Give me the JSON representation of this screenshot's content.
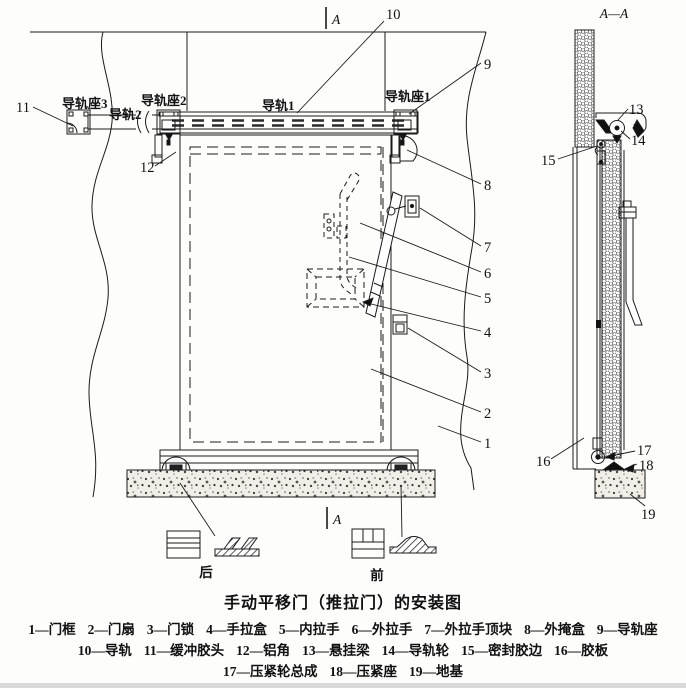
{
  "figure": {
    "title": "手动平移门（推拉门）的安装图",
    "section_marker": "A",
    "section_title": "A—A",
    "part_labels": {
      "rail_seat_3": "导轨座3",
      "rail_2": "导轨2",
      "rail_seat_2": "导轨座2",
      "rail_1": "导轨1",
      "rail_seat_1": "导轨座1"
    },
    "detail_labels": {
      "rear": "后",
      "front": "前"
    },
    "callouts": {
      "c1": "1",
      "c2": "2",
      "c3": "3",
      "c4": "4",
      "c5": "5",
      "c6": "6",
      "c7": "7",
      "c8": "8",
      "c9": "9",
      "c10": "10",
      "c11": "11",
      "c12": "12",
      "c13": "13",
      "c14": "14",
      "c15": "15",
      "c16": "16",
      "c17": "17",
      "c18": "18",
      "c19": "19"
    },
    "legend_rows": [
      [
        "1—门框",
        "2—门扇",
        "3—门锁",
        "4—手拉盒",
        "5—内拉手",
        "6—外拉手",
        "7—外拉手顶块",
        "8—外掩盒",
        "9—导轨座"
      ],
      [
        "10—导轨",
        "11—缓冲胶头",
        "12—铝角",
        "13—悬挂梁",
        "14—导轨轮",
        "15—密封胶边",
        "16—胶板"
      ],
      [
        "17—压紧轮总成",
        "18—压紧座",
        "19—地基"
      ]
    ],
    "colors": {
      "ink": "#1a1a1a",
      "paper": "#fdfdfc",
      "concrete_bg": "#f1eee8",
      "footer_strip": "#d8d8d8"
    }
  }
}
